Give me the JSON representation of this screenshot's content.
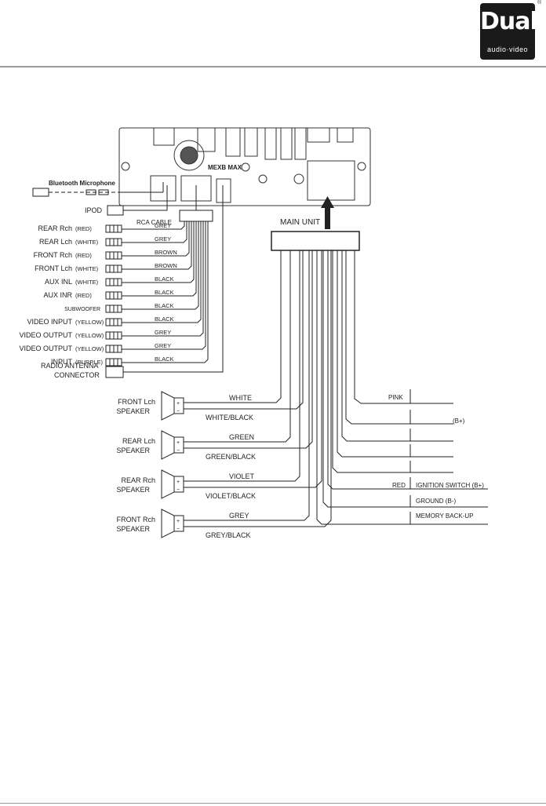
{
  "header": {
    "logo_text": "Dual",
    "logo_subtext": "audio·video",
    "registered_mark": "®"
  },
  "head_unit": {
    "unit_label": "MAIN UNIT",
    "badge": "MEXB MAX"
  },
  "left_side": {
    "bluetooth_label": "Bluetooth Microphone",
    "ipod_label": "IPOD",
    "rca_cable_label": "RCA CABLE",
    "antenna_label_1": "RADIO ANTENNA",
    "antenna_label_2": "CONNECTOR",
    "rows": [
      {
        "name": "REAR Rch",
        "color": "(RED)",
        "wire": "GREY"
      },
      {
        "name": "REAR Lch",
        "color": "(WHITE)",
        "wire": "GREY"
      },
      {
        "name": "FRONT Rch",
        "color": "(RED)",
        "wire": "BROWN"
      },
      {
        "name": "FRONT Lch",
        "color": "(WHITE)",
        "wire": "BROWN"
      },
      {
        "name": "AUX INL",
        "color": "(WHITE)",
        "wire": "BLACK"
      },
      {
        "name": "AUX INR",
        "color": "(RED)",
        "wire": "BLACK"
      },
      {
        "name": "SUBWOOFER",
        "color": "",
        "wire": "BLACK"
      },
      {
        "name": "VIDEO INPUT",
        "color": "(YELLOW)",
        "wire": "BLACK"
      },
      {
        "name": "VIDEO OUTPUT",
        "color": "(YELLOW)",
        "wire": "GREY"
      },
      {
        "name": "VIDEO OUTPUT",
        "color": "(YELLOW)",
        "wire": "GREY"
      },
      {
        "name": "INPUT",
        "color": "(PURPLE)",
        "wire": "BLACK"
      }
    ]
  },
  "speakers": [
    {
      "label1": "FRONT Lch",
      "label2": "SPEAKER",
      "wire_pos": "WHITE",
      "wire_neg": "WHITE/BLACK"
    },
    {
      "label1": "REAR Lch",
      "label2": "SPEAKER",
      "wire_pos": "GREEN",
      "wire_neg": "GREEN/BLACK"
    },
    {
      "label1": "REAR Rch",
      "label2": "SPEAKER",
      "wire_pos": "VIOLET",
      "wire_neg": "VIOLET/BLACK"
    },
    {
      "label1": "FRONT Rch",
      "label2": "SPEAKER",
      "wire_pos": "GREY",
      "wire_neg": "GREY/BLACK"
    }
  ],
  "terminal_plus": "+",
  "terminal_minus": "−",
  "right_wires": {
    "pink": "PINK",
    "b_plus": "(B+)",
    "red": "RED",
    "ignition": "IGNITION SWITCH (B+)",
    "ground": "GROUND (B-)",
    "memory": "MEMORY BACK-UP"
  }
}
